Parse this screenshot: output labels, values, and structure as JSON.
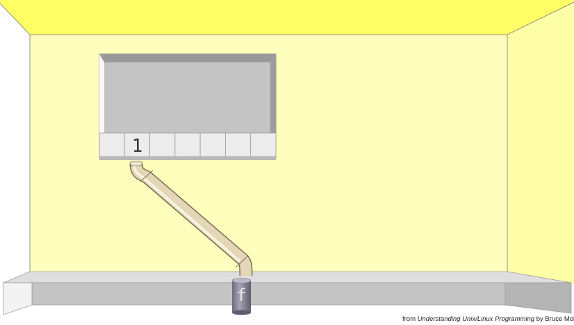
{
  "fd_table": {
    "slot_label": "1",
    "slot_count": 7,
    "active_slot_index": 1
  },
  "file": {
    "label": "f"
  },
  "credit": {
    "prefix": "from ",
    "book_title": "Understanding Unix/Linux Programming",
    "suffix": " by Bruce Molay"
  },
  "colors": {
    "wall_back": "#ffffbd",
    "ceiling": "#ffff66",
    "side_wall_right": "#ffffa8",
    "screen": "#c4c4c4",
    "pipe": "#e0d4b4",
    "file_cylinder": "#8b8b9c",
    "floor": "#d4d4d4"
  }
}
